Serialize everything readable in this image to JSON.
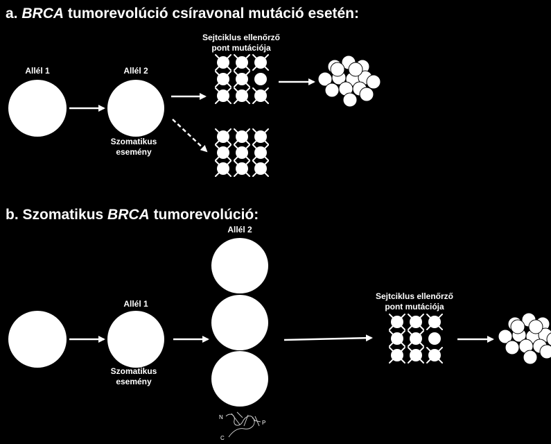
{
  "section_a": {
    "prefix": "a.",
    "gene": "BRCA",
    "title_rest": "tumorevolúció csíravonal mutáció esetén:",
    "allele1_label": "Allél 1",
    "allele2_label": "Allél 2",
    "somatic_line1": "Szomatikus",
    "somatic_line2": "esemény",
    "checkpoint_line1": "Sejtciklus ellenőrző",
    "checkpoint_line2": "pont mutációja"
  },
  "section_b": {
    "prefix": "b. Szomatikus",
    "gene": "BRCA",
    "title_rest": "tumorevolúció:",
    "allele2_label": "Allél 2",
    "allele1_label": "Allél 1",
    "somatic_line1": "Szomatikus",
    "somatic_line2": "esemény",
    "checkpoint_line1": "Sejtciklus ellenőrző",
    "checkpoint_line2": "pont mutációja",
    "protein_labels": {
      "n": "N",
      "c": "C",
      "p": "P"
    }
  },
  "colors": {
    "background": "#000000",
    "foreground": "#ffffff"
  }
}
